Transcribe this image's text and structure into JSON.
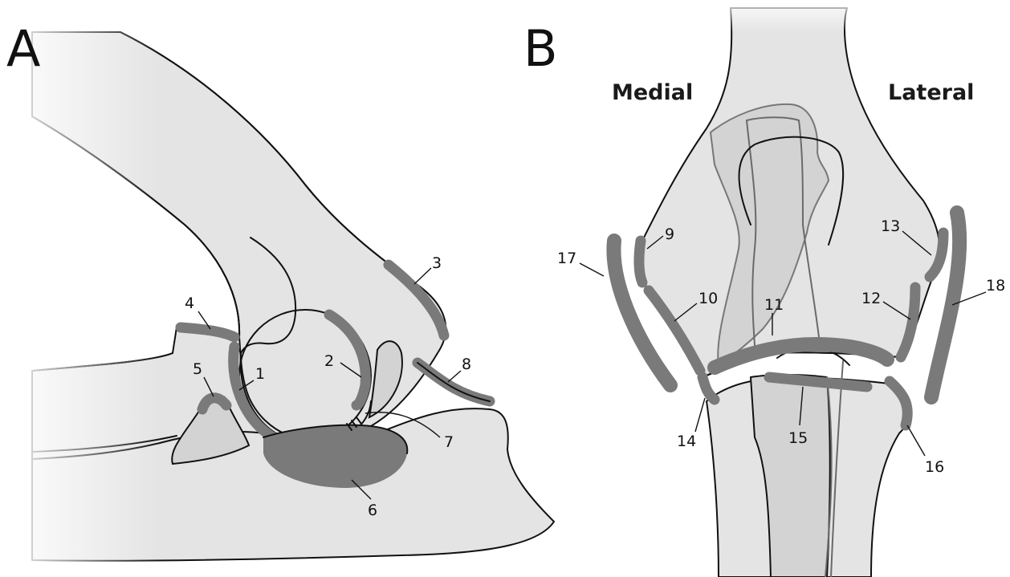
{
  "panels": {
    "a": {
      "letter": "A"
    },
    "b": {
      "letter": "B",
      "medial_label": "Medial",
      "lateral_label": "Lateral"
    }
  },
  "labels": {
    "l1": "1",
    "l2": "2",
    "l3": "3",
    "l4": "4",
    "l5": "5",
    "l6": "6",
    "l7": "7",
    "l8": "8",
    "l9": "9",
    "l10": "10",
    "l11": "11",
    "l12": "12",
    "l13": "13",
    "l14": "14",
    "l15": "15",
    "l16": "16",
    "l17": "17",
    "l18": "18"
  },
  "colors": {
    "bone_fill": "#e4e4e4",
    "inner_bone_fill": "#d3d3d3",
    "highlight_gray": "#7a7a7a",
    "outline": "#111111",
    "background": "#ffffff"
  }
}
